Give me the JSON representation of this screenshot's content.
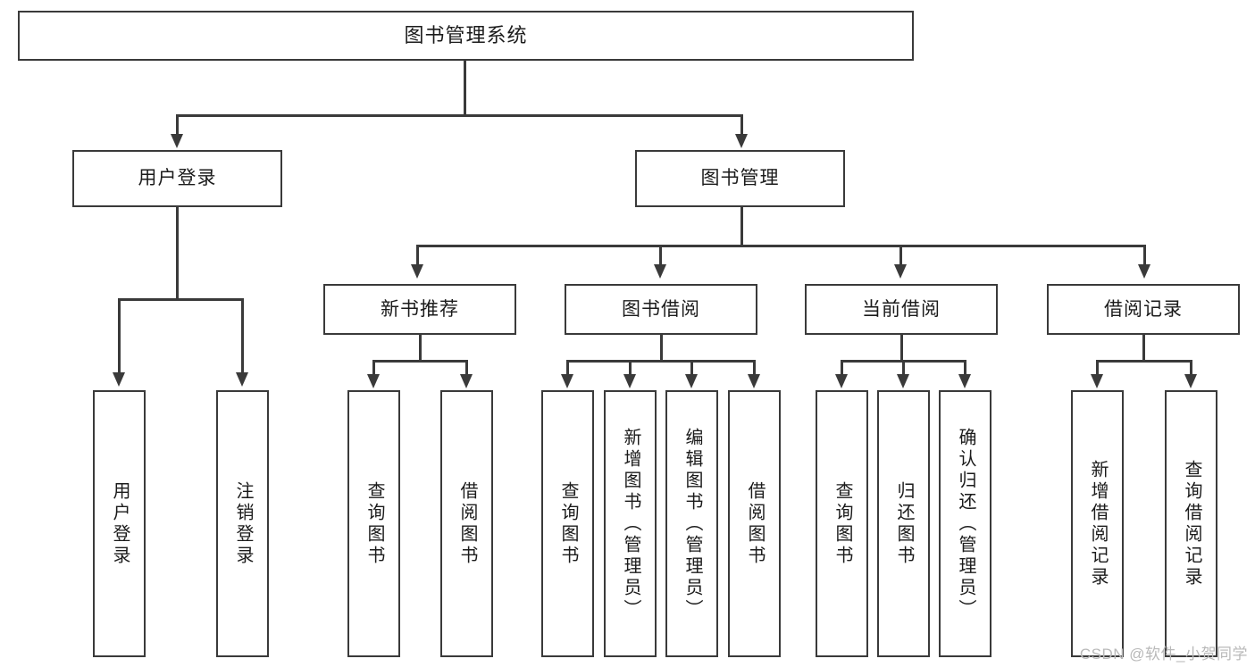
{
  "diagram": {
    "type": "tree",
    "title": "图书管理系统",
    "root": {
      "id": "root",
      "label": "图书管理系统",
      "orientation": "horizontal"
    },
    "level1": [
      {
        "id": "user-login",
        "label": "用户登录",
        "orientation": "horizontal"
      },
      {
        "id": "book-manage",
        "label": "图书管理",
        "orientation": "horizontal"
      }
    ],
    "level2": [
      {
        "id": "new-book-recommend",
        "label": "新书推荐",
        "orientation": "horizontal",
        "parent": "book-manage"
      },
      {
        "id": "book-borrow",
        "label": "图书借阅",
        "orientation": "horizontal",
        "parent": "book-manage"
      },
      {
        "id": "current-borrow",
        "label": "当前借阅",
        "orientation": "horizontal",
        "parent": "book-manage"
      },
      {
        "id": "borrow-record",
        "label": "借阅记录",
        "orientation": "horizontal",
        "parent": "book-manage"
      }
    ],
    "leaves": [
      {
        "id": "leaf-user-login",
        "label": "用户登录",
        "orientation": "vertical",
        "parent": "user-login"
      },
      {
        "id": "leaf-user-logout",
        "label": "注销登录",
        "orientation": "vertical",
        "parent": "user-login"
      },
      {
        "id": "leaf-query-book-1",
        "label": "查询图书",
        "orientation": "vertical",
        "parent": "new-book-recommend"
      },
      {
        "id": "leaf-borrow-book-1",
        "label": "借阅图书",
        "orientation": "vertical",
        "parent": "new-book-recommend"
      },
      {
        "id": "leaf-query-book-2",
        "label": "查询图书",
        "orientation": "vertical",
        "parent": "book-borrow"
      },
      {
        "id": "leaf-add-book",
        "label": "新增图书（管理员）",
        "orientation": "vertical",
        "parent": "book-borrow"
      },
      {
        "id": "leaf-edit-book",
        "label": "编辑图书（管理员）",
        "orientation": "vertical",
        "parent": "book-borrow"
      },
      {
        "id": "leaf-borrow-book-2",
        "label": "借阅图书",
        "orientation": "vertical",
        "parent": "book-borrow"
      },
      {
        "id": "leaf-query-book-3",
        "label": "查询图书",
        "orientation": "vertical",
        "parent": "current-borrow"
      },
      {
        "id": "leaf-return-book",
        "label": "归还图书",
        "orientation": "vertical",
        "parent": "current-borrow"
      },
      {
        "id": "leaf-confirm-return",
        "label": "确认归还（管理员）",
        "orientation": "vertical",
        "parent": "current-borrow"
      },
      {
        "id": "leaf-add-record",
        "label": "新增借阅记录",
        "orientation": "vertical",
        "parent": "borrow-record"
      },
      {
        "id": "leaf-query-record",
        "label": "查询借阅记录",
        "orientation": "vertical",
        "parent": "borrow-record"
      }
    ]
  },
  "watermark": {
    "text": "CSDN @软件_小贺同学"
  },
  "colors": {
    "stroke": "#3a3a3a",
    "text": "#1b1b1b",
    "background": "#ffffff",
    "watermark": "#b9b9b9"
  }
}
